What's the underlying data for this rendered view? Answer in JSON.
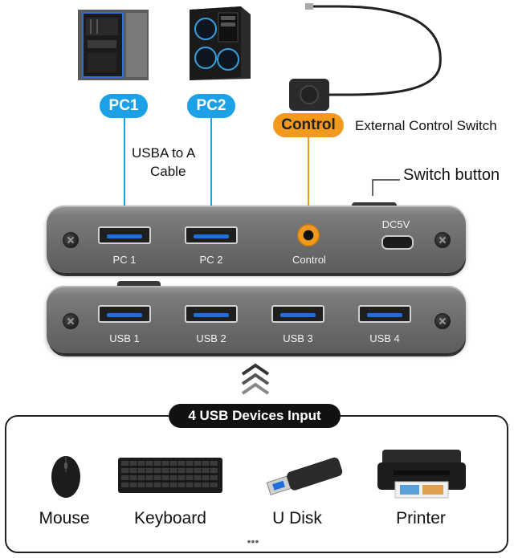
{
  "inputs": {
    "pc1_label": "PC1",
    "pc2_label": "PC2",
    "control_label": "Control",
    "cable_label_line1": "USBA to A",
    "cable_label_line2": "Cable",
    "external_switch_label": "External Control Switch",
    "switch_button_label": "Switch button"
  },
  "device_top": {
    "ports": [
      "PC 1",
      "PC 2"
    ],
    "control_port": "Control",
    "power_port": "DC5V"
  },
  "device_bottom": {
    "ports": [
      "USB 1",
      "USB 2",
      "USB 3",
      "USB 4"
    ]
  },
  "peripherals": {
    "banner": "4 USB Devices Input",
    "items": [
      "Mouse",
      "Keyboard",
      "U Disk",
      "Printer"
    ],
    "more": "•••"
  },
  "colors": {
    "pc_accent": "#1da1e6",
    "control_accent": "#f39a1e",
    "port_blue": "#1e6fd9"
  }
}
